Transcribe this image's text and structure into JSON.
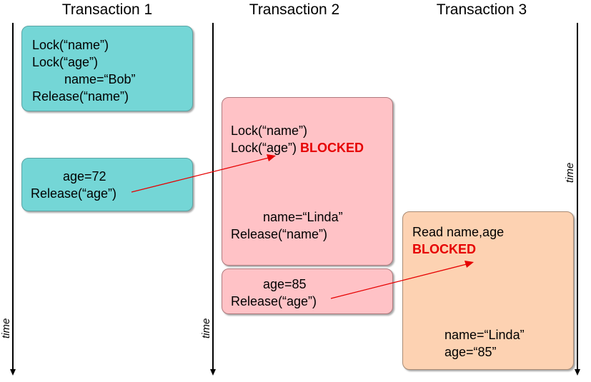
{
  "titles": [
    "Transaction 1",
    "Transaction 2",
    "Transaction 3"
  ],
  "time_label": "time",
  "t1": {
    "box1": [
      "Lock(“name”)",
      "Lock(“age”)",
      "name=“Bob”",
      "Release(“name”)"
    ],
    "box2": [
      "age=72",
      "Release(“age”)"
    ]
  },
  "t2": {
    "box1": {
      "lock_name": "Lock(“name”)",
      "lock_age": "Lock(“age”)",
      "blocked": "BLOCKED",
      "assign": "name=“Linda”",
      "release": "Release(“name”)"
    },
    "box2": [
      "age=85",
      "Release(“age”)"
    ]
  },
  "t3": {
    "read": "Read name,age",
    "blocked": "BLOCKED",
    "name_value": "name=“Linda”",
    "age_value": "age=“85”"
  },
  "colors": {
    "teal": "#74d6d6",
    "pink": "#ffc2c6",
    "peach": "#fdd2b2",
    "blocked": "#e60000",
    "arrow": "#e60000"
  }
}
